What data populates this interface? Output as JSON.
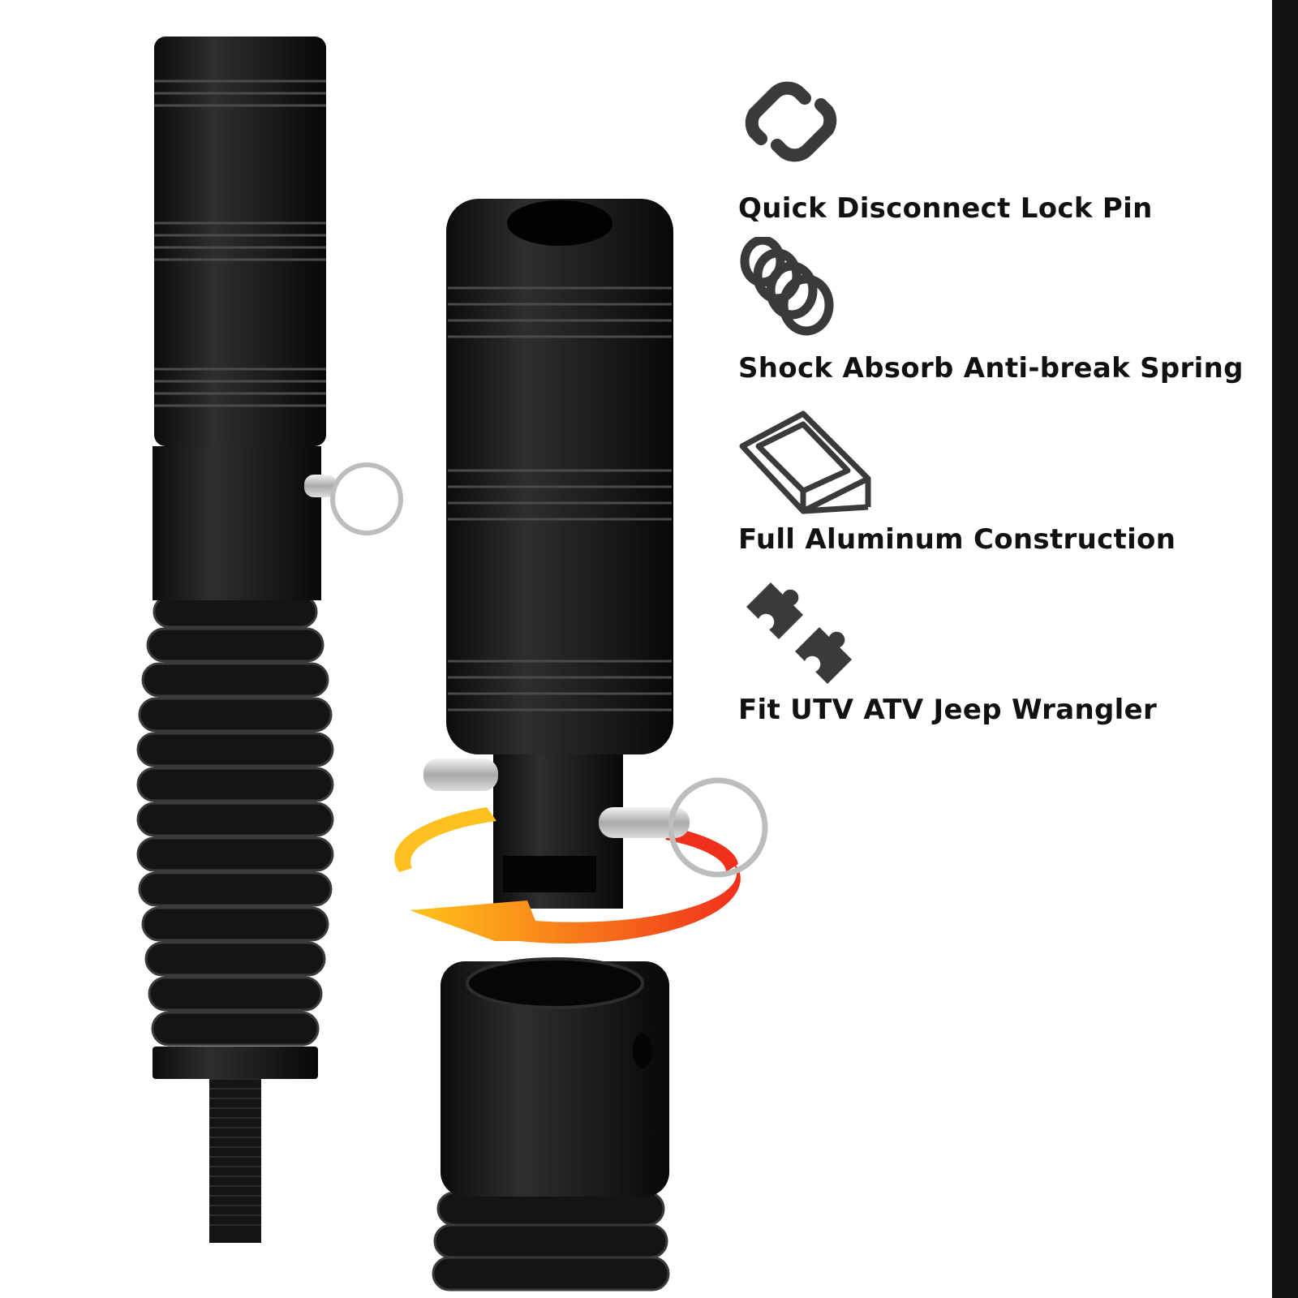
{
  "features": [
    {
      "icon": "chain-link-icon",
      "label": "Quick Disconnect Lock Pin"
    },
    {
      "icon": "spring-icon",
      "label": "Shock Absorb Anti-break Spring"
    },
    {
      "icon": "aluminum-ingot-icon",
      "label": "Full Aluminum Construction"
    },
    {
      "icon": "puzzle-pieces-icon",
      "label": "Fit UTV ATV Jeep Wrangler"
    }
  ],
  "colors": {
    "background": "#ffffff",
    "edge": "#111111",
    "product": "#1b1b1b",
    "icon": "#3a3a3a",
    "arrow_start": "#ffc419",
    "arrow_end": "#f0301c"
  }
}
